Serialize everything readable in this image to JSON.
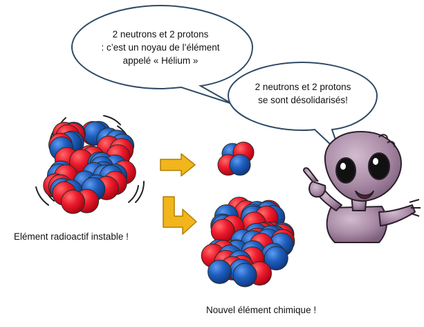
{
  "bubbles": {
    "left": {
      "lines": [
        "2 neutrons et 2 protons",
        ": c’est un noyau de l’élément",
        "appelé « Hélium »"
      ]
    },
    "right": {
      "lines": [
        "2 neutrons et 2 protons",
        "se sont désolidarisés!"
      ]
    }
  },
  "labels": {
    "unstable": "Elément radioactif instable !",
    "new_element": "Nouvel élément chimique !"
  },
  "colors": {
    "proton": "#e8152a",
    "neutron": "#1f5fbf",
    "arrow": "#f2b51c",
    "bubble_stroke": "#2f4a66",
    "alien_skin": "#a98aa6"
  },
  "icons": [
    "unstable-nucleus-icon",
    "helium-nucleus-icon",
    "new-nucleus-icon",
    "arrow-right-icon",
    "arrow-down-right-icon",
    "alien-icon"
  ]
}
